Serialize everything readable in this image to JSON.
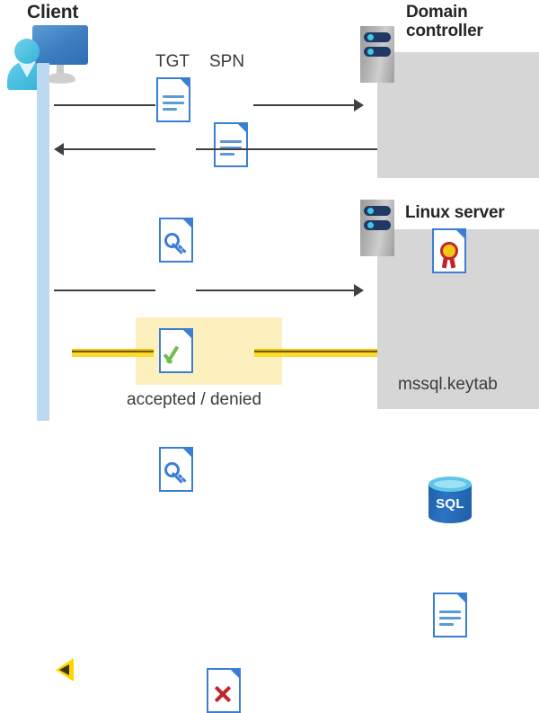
{
  "diagram": {
    "title_client": "Client",
    "title_domain_controller": "Domain\ncontroller",
    "title_domain_controller_line1": "Domain",
    "title_domain_controller_line2": "controller",
    "title_linux_server": "Linux server",
    "label_tgt": "TGT",
    "label_spn": "SPN",
    "label_keytab": "mssql.keytab",
    "label_result": "accepted / denied",
    "label_sql": "SQL",
    "icons": {
      "client": "user-with-monitor-icon",
      "server_tower": "server-tower-icon",
      "tgt_document": "document-icon",
      "spn_document": "document-icon",
      "ticket_key_document": "document-with-key-icon",
      "service_key_document": "document-with-key-icon",
      "certificate": "certificate-document-icon",
      "database": "sql-database-icon",
      "keytab_document": "document-icon",
      "accepted": "document-with-checkmark-icon",
      "denied": "document-with-cross-icon"
    },
    "colors": {
      "panel_grey": "#d6d6d6",
      "lifeline_blue": "#bcd9f2",
      "arrow_grey": "#404040",
      "result_yellow": "#ffd400",
      "highlight_yellow": "#fdf0bf",
      "doc_blue": "#3b7fd4",
      "accent_blue": "#5b9bd5",
      "check_green": "#6cbf4b",
      "cross_red": "#c0272d",
      "sql_blue": "#2b74c4",
      "text_dark": "#262626"
    }
  }
}
